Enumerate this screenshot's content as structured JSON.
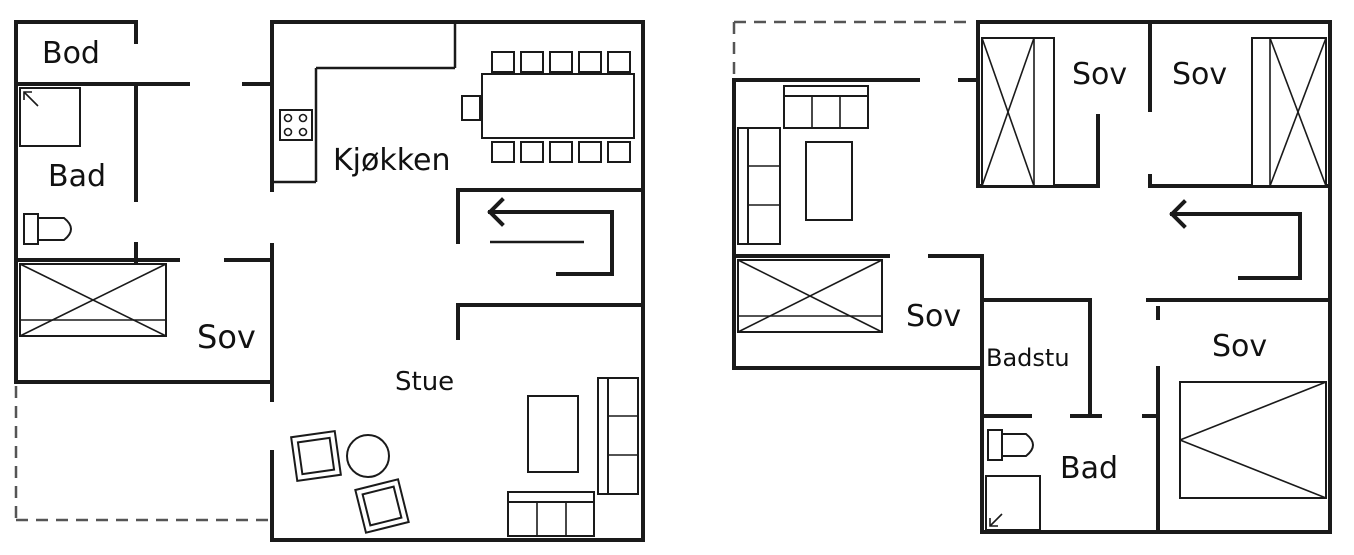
{
  "ground_floor": {
    "rooms": {
      "storage": "Bod",
      "bathroom": "Bad",
      "kitchen": "Kjøkken",
      "bedroom": "Sov",
      "living_room": "Stue"
    }
  },
  "upper_floor": {
    "rooms": {
      "bedroom_1": "Sov",
      "bedroom_2": "Sov",
      "bedroom_3": "Sov",
      "bedroom_4": "Sov",
      "sauna": "Badstu",
      "bathroom": "Bad"
    }
  }
}
